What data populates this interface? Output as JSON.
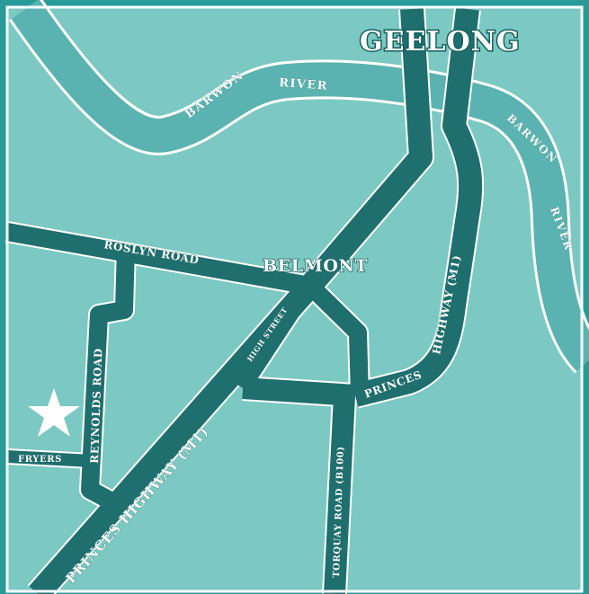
{
  "colors": {
    "outer_background": "#2a9a98",
    "land": "#7cc8c3",
    "river": "#5ab3b0",
    "road": "#1f6f6e",
    "frame": "#ffffff",
    "star": "#ffffff"
  },
  "towns": {
    "geelong": "GEELONG",
    "belmont": "BELMONT"
  },
  "rivers": {
    "barwon_upper_1": "BARWON",
    "barwon_upper_2": "RIVER",
    "barwon_right_1": "BARWON",
    "barwon_right_2": "RIVER"
  },
  "roads": {
    "roslyn": "ROSLYN ROAD",
    "reynolds": "REYNOLDS ROAD",
    "high_street": "HIGH STREET",
    "princes_right": "PRINCES HIGHWAY (M1)",
    "princes_main": "PRINCES HIGHWAY (M1)",
    "torquay": "TORQUAY ROAD (B100)",
    "fryers": "FRYERS"
  },
  "icons": {
    "location_marker": "star-icon"
  }
}
